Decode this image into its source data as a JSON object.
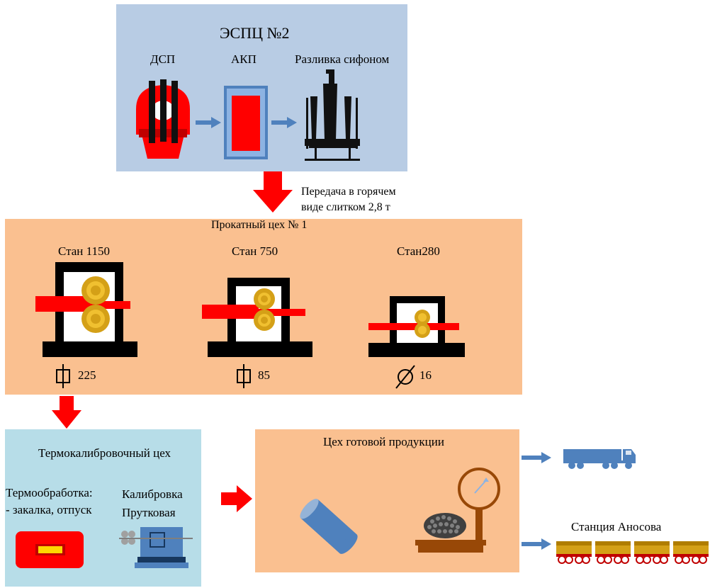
{
  "espc": {
    "title": "ЭСПЦ №2",
    "stages": [
      "ДСП",
      "АКП",
      "Разливка сифоном"
    ]
  },
  "transfer": {
    "line1": "Передача в горячем",
    "line2": "виде  слитком 2,8 т"
  },
  "rolling": {
    "title": "Прокатный цех № 1",
    "mills": [
      {
        "name": "Стан 1150",
        "size": "225",
        "symbol": "square"
      },
      {
        "name": "Стан 750",
        "size": "85",
        "symbol": "square"
      },
      {
        "name": "Стан280",
        "size": "16",
        "symbol": "round"
      }
    ]
  },
  "thermo": {
    "title": "Термокалибровочный цех",
    "left_line1": "Термообработка:",
    "left_line2": "- закалка, отпуск",
    "right_line1": "Калибровка",
    "right_line2": "Прутковая"
  },
  "finished": {
    "title": "Цех готовой продукции"
  },
  "station": {
    "label": "Станция Аносова"
  },
  "colors": {
    "espc_bg": "#b8cce4",
    "rolling_bg": "#fac090",
    "thermo_bg": "#b7dde8",
    "finished_bg": "#fac090",
    "red": "#ff0000",
    "blue_arrow": "#4f81bd",
    "gold": "#d4a017"
  }
}
